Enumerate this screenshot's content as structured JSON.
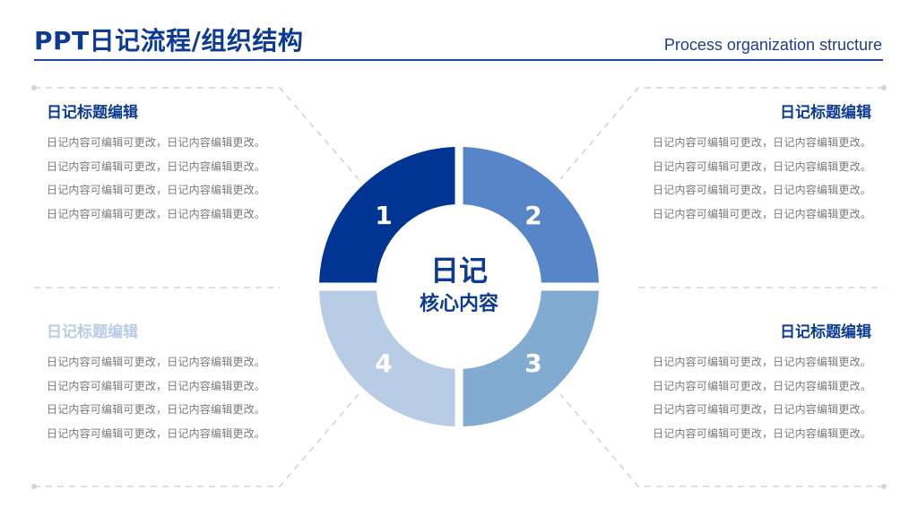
{
  "header": {
    "title": "PPT日记流程/组织结构",
    "subtitle": "Process organization structure"
  },
  "center": {
    "title": "日记",
    "subtitle": "核心内容"
  },
  "colors": {
    "segment_1": "#003593",
    "segment_2": "#5685c8",
    "segment_3": "#82abd1",
    "segment_4": "#b8cce6",
    "accent": "#0c3a94",
    "faded_title": "#b8cce6",
    "connector": "#d4d4d4"
  },
  "segments": [
    {
      "number": "1"
    },
    {
      "number": "2"
    },
    {
      "number": "3"
    },
    {
      "number": "4"
    }
  ],
  "panels": [
    {
      "title": "日记标题编辑",
      "lines": [
        "日记内容可编辑可更改，日记内容编辑更改。",
        "日记内容可编辑可更改，日记内容编辑更改。",
        "日记内容可编辑可更改，日记内容编辑更改。",
        "日记内容可编辑可更改，日记内容编辑更改。"
      ]
    },
    {
      "title": "日记标题编辑",
      "lines": [
        "日记内容可编辑可更改，日记内容编辑更改。",
        "日记内容可编辑可更改，日记内容编辑更改。",
        "日记内容可编辑可更改，日记内容编辑更改。",
        "日记内容可编辑可更改，日记内容编辑更改。"
      ]
    },
    {
      "title": "日记标题编辑",
      "lines": [
        "日记内容可编辑可更改，日记内容编辑更改。",
        "日记内容可编辑可更改，日记内容编辑更改。",
        "日记内容可编辑可更改，日记内容编辑更改。",
        "日记内容可编辑可更改，日记内容编辑更改。"
      ]
    },
    {
      "title": "日记标题编辑",
      "lines": [
        "日记内容可编辑可更改，日记内容编辑更改。",
        "日记内容可编辑可更改，日记内容编辑更改。",
        "日记内容可编辑可更改，日记内容编辑更改。",
        "日记内容可编辑可更改，日记内容编辑更改。"
      ]
    }
  ]
}
